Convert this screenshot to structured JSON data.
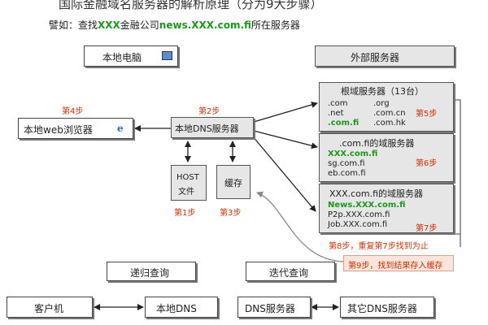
{
  "title": "国际金融域名服务器的解析原理（分为9大步骤）",
  "subtitle": {
    "prefix": "譬如：查找",
    "xxx": "XXX",
    "middle": "金融公司",
    "domain": "news.XXX.com.fi",
    "suffix": "所在服务器"
  },
  "local_pc": "本地电脑",
  "external": "外部服务器",
  "browser": "本地web浏览器",
  "dns": "本地DNS服务器",
  "host": [
    "HOST",
    "文件"
  ],
  "cache": "缓存",
  "steps": {
    "s1": "第1步",
    "s2": "第2步",
    "s3": "第3步",
    "s4": "第4步",
    "s5": "第5步",
    "s6": "第6步",
    "s7": "第7步",
    "s8": "第8步，重复第7步找到为止",
    "s9": "第9步，找到结果存入缓存"
  },
  "root": {
    "title": "根域服务器（13台）",
    "col1": [
      ".com",
      ".net",
      ".com.fi"
    ],
    "col2": [
      ".org",
      ".com.cn",
      ".com.hk"
    ]
  },
  "fi": {
    "title": ".com.fi的域服务器",
    "items": [
      "XXX.com.fi",
      "sg.com.fi",
      "eb.com.fi"
    ]
  },
  "xxx": {
    "title": "XXX.com.fi的域服务器",
    "items": [
      "News.XXX.com.fi",
      "P2p.XXX.com.fi",
      "Job.XXX.com.fi"
    ]
  },
  "recursive": "递归查询",
  "iterative": "迭代查询",
  "client": "客户机",
  "local_dns": "本地DNS",
  "dns_server": "DNS服务器",
  "other_dns": "其它DNS服务器",
  "colors": {
    "accent_red": "#d03000",
    "green": "#1a9a1a",
    "gray_box": "#e6e6e6",
    "note_bg": "#fbe4dc"
  }
}
